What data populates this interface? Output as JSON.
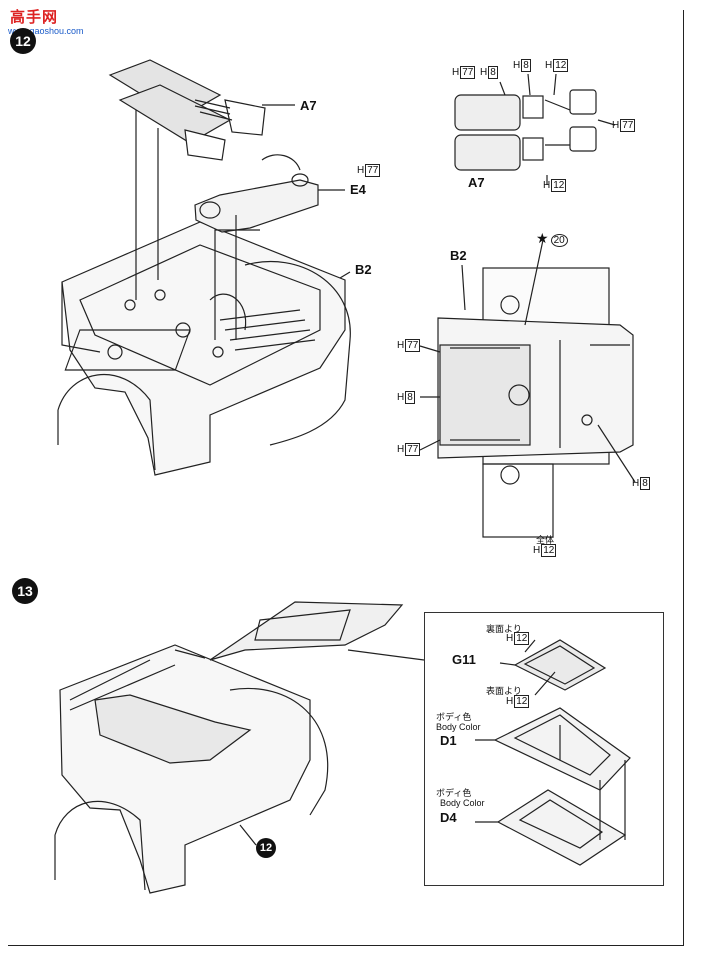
{
  "watermark": {
    "chars": "高手网",
    "url": "www.gaoshou.com"
  },
  "steps": {
    "step12": "12",
    "step13": "13",
    "ref12": "12"
  },
  "parts": {
    "a7": "A7",
    "e4": "E4",
    "b2": "B2",
    "g11": "G11",
    "d1": "D1",
    "d4": "D4"
  },
  "paint": {
    "h77": {
      "letter": "H",
      "num": "77"
    },
    "h8": {
      "letter": "H",
      "num": "8"
    },
    "h12": {
      "letter": "H",
      "num": "12"
    },
    "star": "★",
    "star_num": "20"
  },
  "notes": {
    "whole_jp": "全体",
    "back_jp": "裏面より",
    "front_jp": "表面より",
    "body_color_jp": "ボディ色",
    "body_color_en": "Body Color"
  },
  "colors": {
    "ink": "#111111",
    "paper": "#ffffff",
    "watermark_red": "#d22222",
    "watermark_blue": "#1a5bc9"
  }
}
